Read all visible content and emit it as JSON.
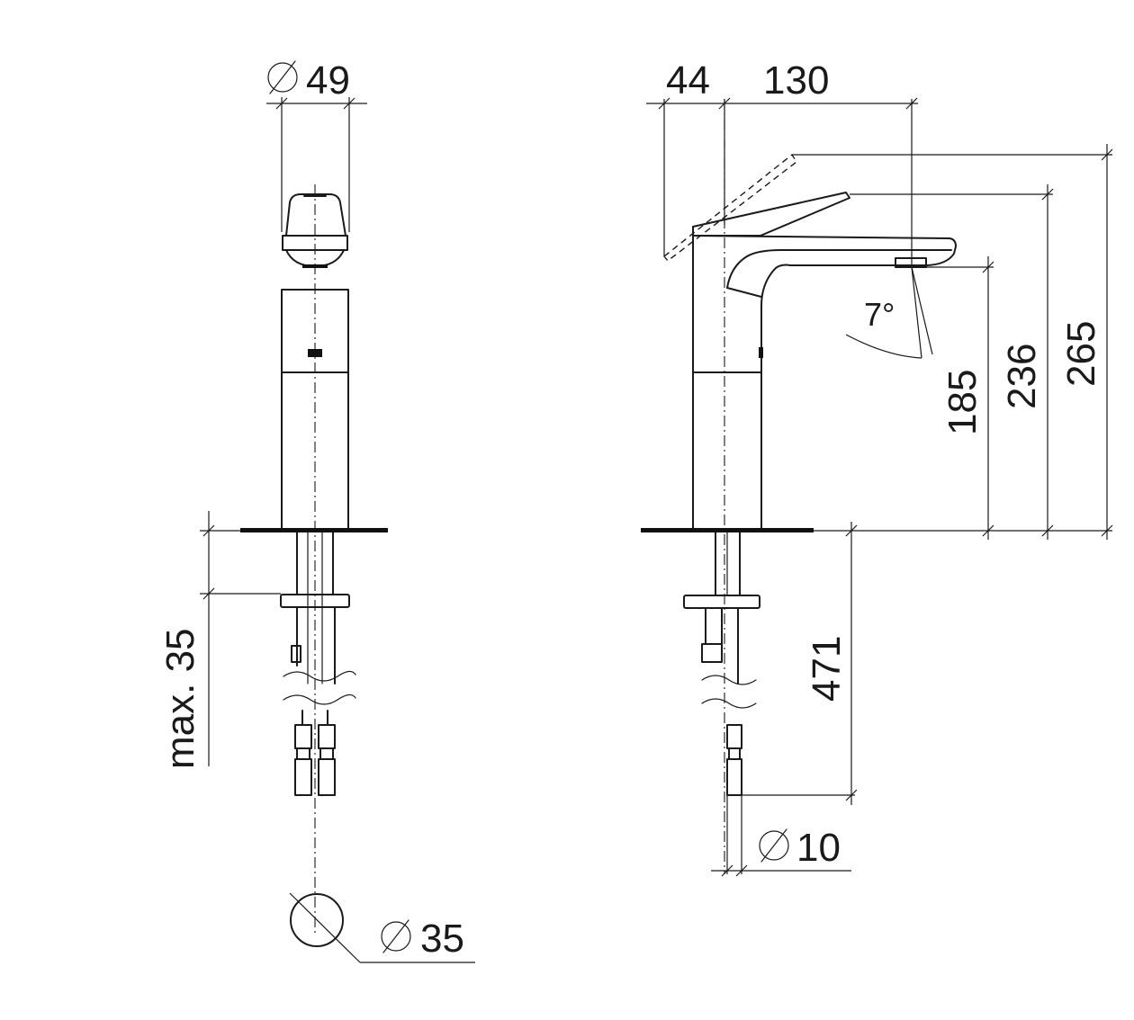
{
  "front_view": {
    "width_label": "49",
    "base_bore_label": "35",
    "mount_thickness_label": "max. 35",
    "diameter_symbol": "diameter-symbol"
  },
  "side_view": {
    "rear_offset_label": "44",
    "projection_label": "130",
    "outlet_height_label": "185",
    "lever_height_label": "236",
    "lever_open_height_label": "265",
    "hose_length_label": "471",
    "hose_diameter_label": "10",
    "angle_label": "7°"
  },
  "colors": {
    "ink": "#1a1a1a",
    "background": "#ffffff"
  }
}
